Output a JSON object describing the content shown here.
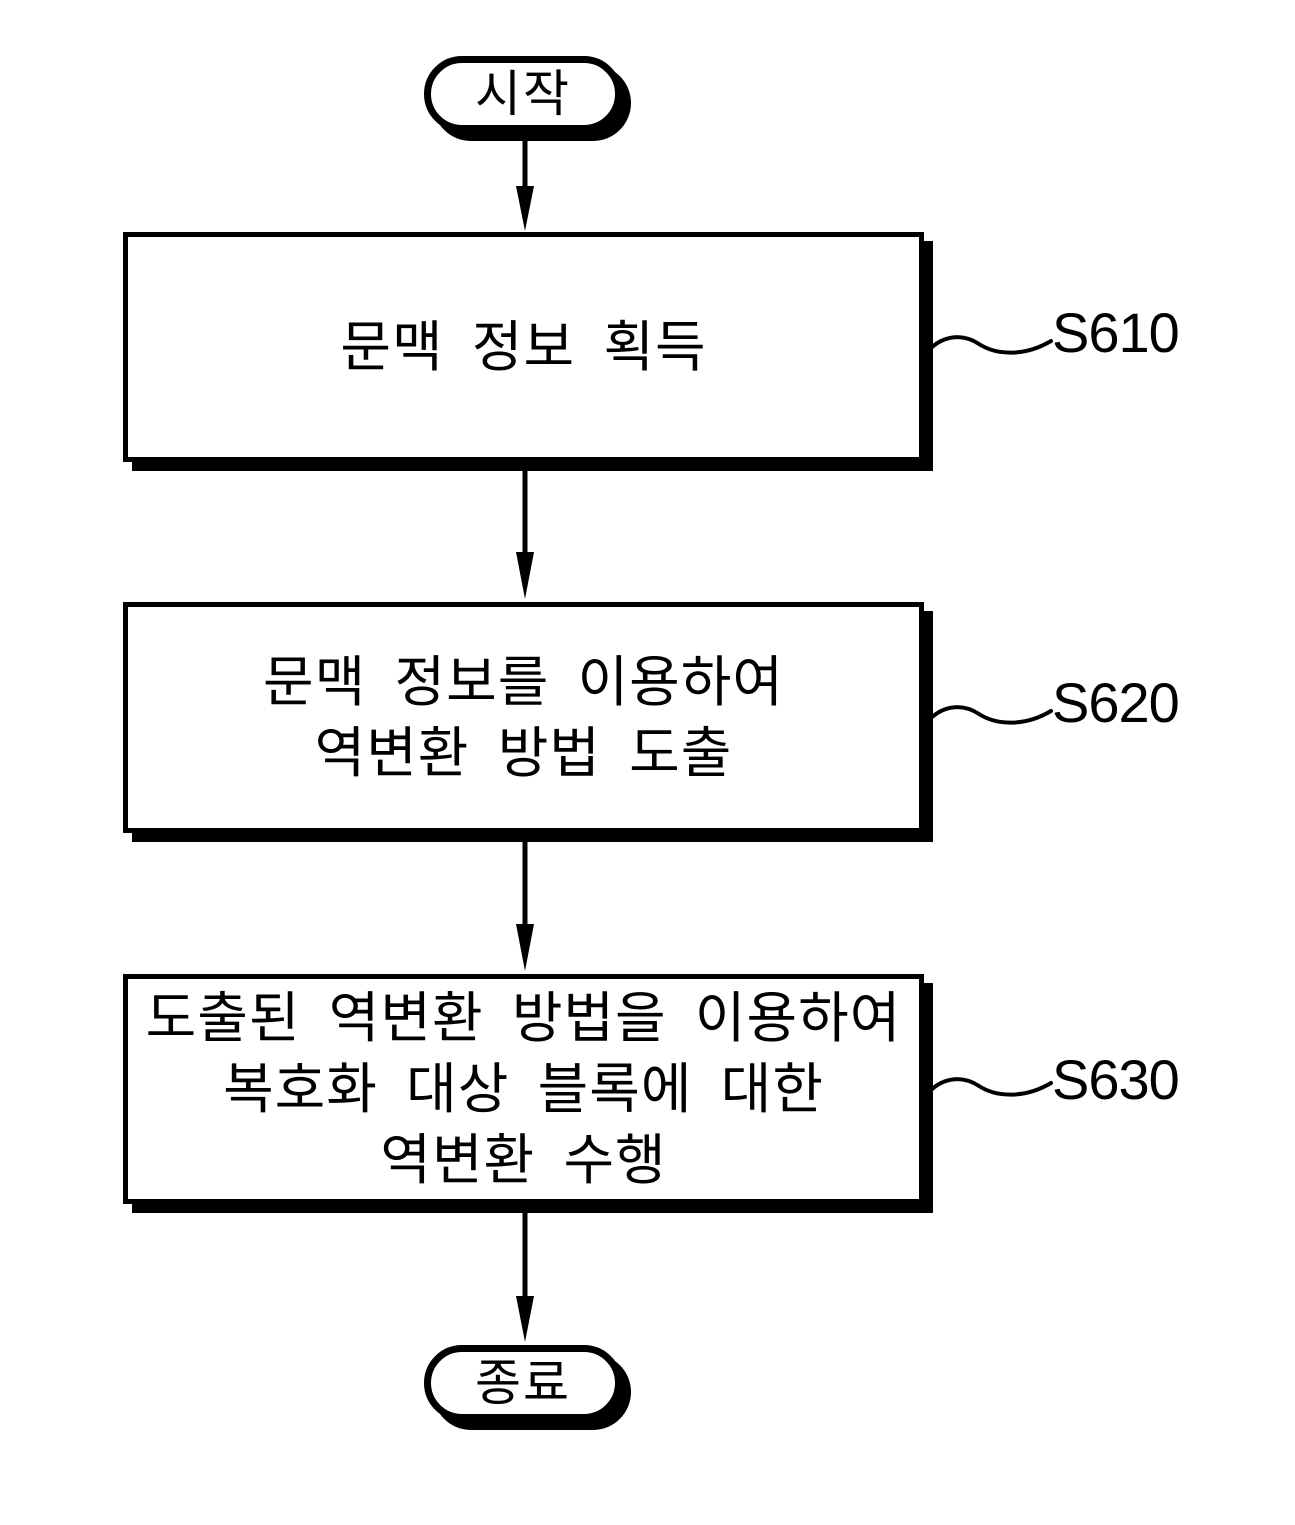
{
  "flowchart": {
    "title_semantic": "decoding inverse-transform flowchart",
    "colors": {
      "stroke": "#000000",
      "background": "#ffffff",
      "shadow": "#000000"
    },
    "start": {
      "label": "시작"
    },
    "end": {
      "label": "종료"
    },
    "steps": [
      {
        "id": "S610",
        "lines": [
          "문맥 정보 획득"
        ]
      },
      {
        "id": "S620",
        "lines": [
          "문맥 정보를 이용하여",
          "역변환 방법 도출"
        ]
      },
      {
        "id": "S630",
        "lines": [
          "도출된 역변환 방법을 이용하여",
          "복호화 대상 블록에 대한",
          "역변환 수행"
        ]
      }
    ]
  }
}
